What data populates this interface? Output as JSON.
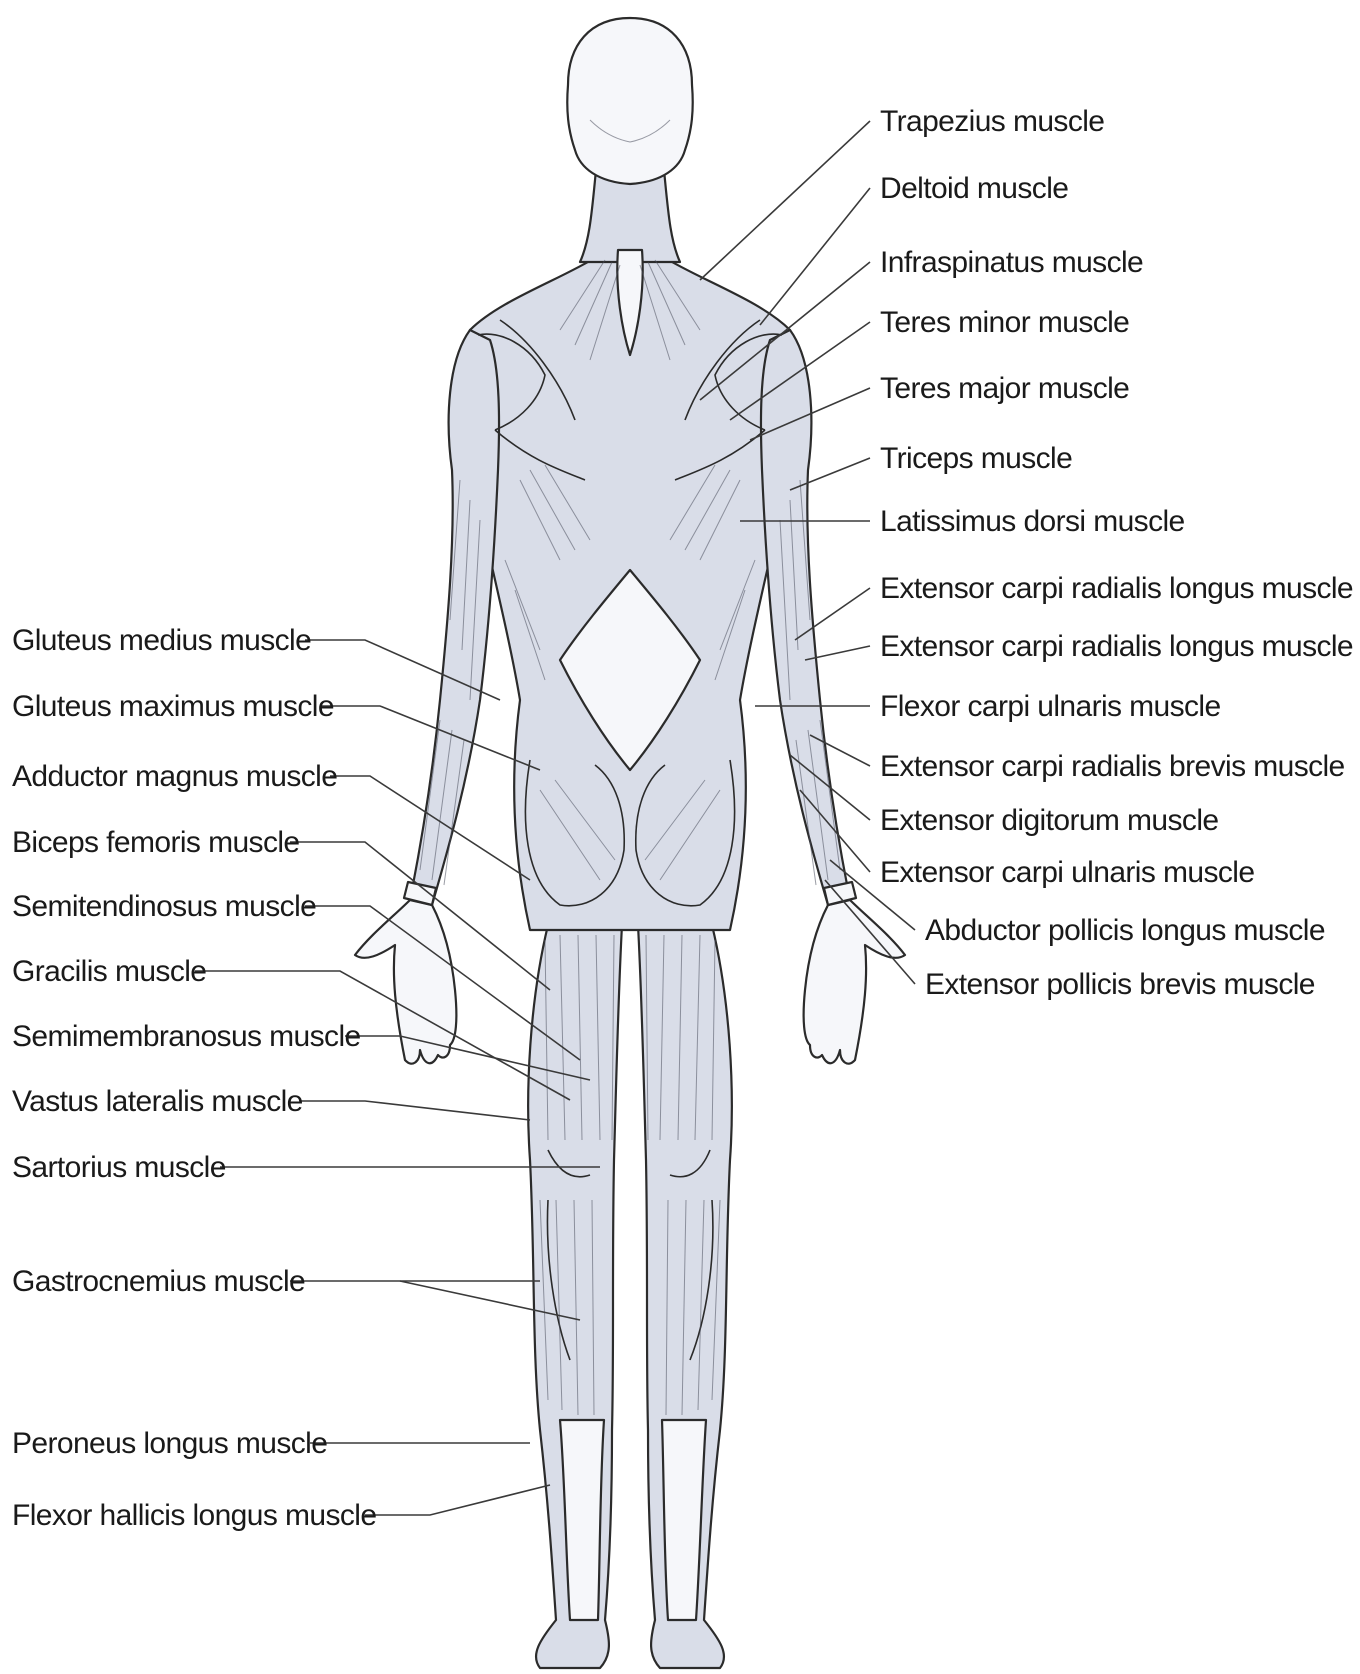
{
  "diagram": {
    "labels_right": [
      "Trapezius muscle",
      "Deltoid muscle",
      "Infraspinatus muscle",
      "Teres minor muscle",
      "Teres major muscle",
      "Triceps muscle",
      "Latissimus dorsi muscle",
      "Extensor carpi radialis longus muscle",
      "Extensor carpi radialis longus muscle",
      "Flexor carpi ulnaris muscle",
      "Extensor carpi radialis brevis muscle",
      "Extensor digitorum muscle",
      "Extensor carpi ulnaris muscle",
      "Abductor pollicis longus muscle",
      "Extensor pollicis brevis muscle"
    ],
    "labels_left": [
      "Gluteus medius muscle",
      "Gluteus maximus muscle",
      "Adductor magnus muscle",
      "Biceps femoris muscle",
      "Semitendinosus muscle",
      "Gracilis muscle",
      "Semimembranosus muscle",
      "Vastus lateralis muscle",
      "Sartorius muscle",
      "Gastrocnemius muscle",
      "Peroneus longus muscle",
      "Flexor hallicis longus muscle"
    ],
    "colors": {
      "muscle_fill": "#d9dde8",
      "outline": "#2b2b2b",
      "background": "#ffffff"
    }
  }
}
